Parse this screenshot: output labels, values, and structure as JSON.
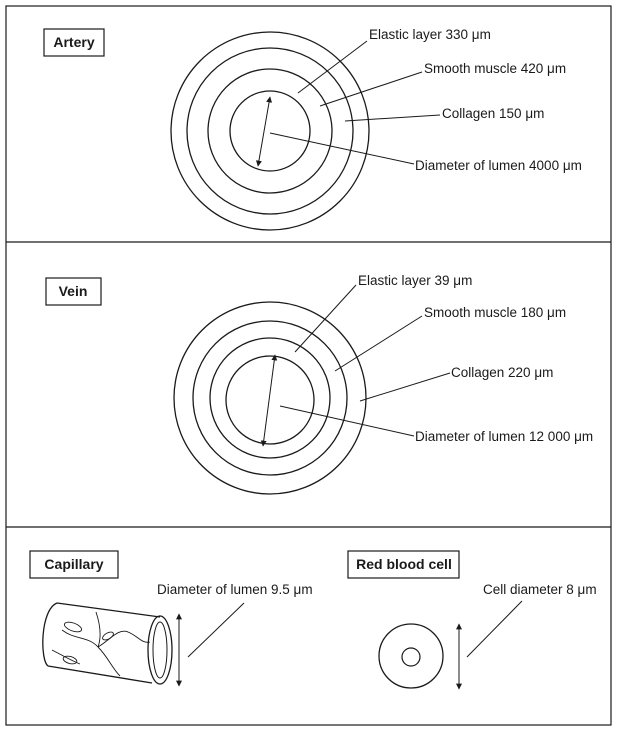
{
  "artery": {
    "title": "Artery",
    "elastic": "Elastic layer 330 μm",
    "muscle": "Smooth muscle 420 μm",
    "collagen": "Collagen 150 μm",
    "lumen": "Diameter of lumen 4000 μm"
  },
  "vein": {
    "title": "Vein",
    "elastic": "Elastic layer 39 μm",
    "muscle": "Smooth muscle 180 μm",
    "collagen": "Collagen 220 μm",
    "lumen": "Diameter of lumen 12 000 μm"
  },
  "capillary": {
    "title": "Capillary",
    "lumen": "Diameter of lumen 9.5 μm"
  },
  "rbc": {
    "title": "Red blood cell",
    "diameter": "Cell diameter 8 μm"
  },
  "colors": {
    "ink": "#1a1a1a",
    "background": "#ffffff"
  }
}
